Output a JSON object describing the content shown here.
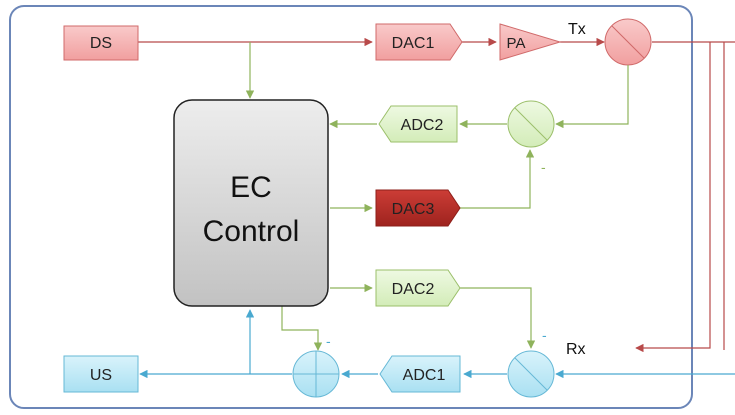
{
  "diagram": {
    "blocks": {
      "ds": "DS",
      "dac1": "DAC1",
      "pa": "PA",
      "adc2": "ADC2",
      "dac3": "DAC3",
      "dac2": "DAC2",
      "adc1": "ADC1",
      "us": "US",
      "ec_control_line1": "EC",
      "ec_control_line2": "Control"
    },
    "signals": {
      "tx": "Tx",
      "rx": "Rx",
      "minus_mid": "-",
      "minus_rx": "-",
      "minus_us": "-"
    },
    "colors": {
      "frame": "#6b86b8",
      "red_fill": "#f6b6b6",
      "red_stroke": "#d06a6a",
      "red_line": "#b84a4a",
      "green_fill": "#dff2c8",
      "green_stroke": "#9bbf6a",
      "green_line": "#8fb35c",
      "dark_red_fill": "#b8322c",
      "blue_fill": "#bfe9f6",
      "blue_stroke": "#66b8d6",
      "blue_line": "#4aa9d0",
      "ec_fill_top": "#e9e9e9",
      "ec_fill_bottom": "#c4c4c4"
    }
  }
}
